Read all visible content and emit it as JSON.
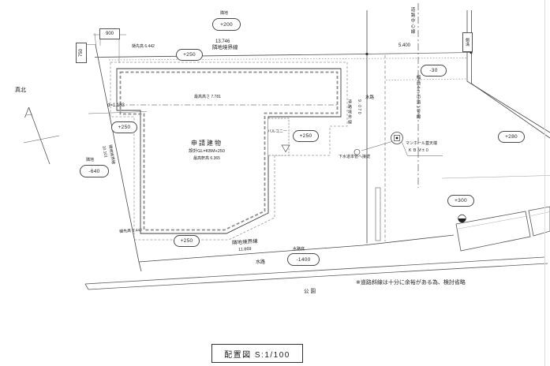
{
  "plan": {
    "title": "配置図 S:1/100",
    "note": "※道路斜線は十分に余裕がある為、検討省略",
    "north": "真北",
    "park": "公園"
  },
  "building": {
    "name": "申請建物",
    "design_gl": "設計GL=KBM+250",
    "max_eave_height": "最高軒高 6.365",
    "max_height": "最高高さ 7.781",
    "eave_gutter_top": "樋先高 6.442",
    "eave_gutter_bottom": "樋先高 6.442",
    "balcony": "バルコニー"
  },
  "boundaries": {
    "top": {
      "label": "隣地境界線",
      "length": "13.746"
    },
    "left": {
      "label": "隣地境界線",
      "length": "10.101"
    },
    "bottom": {
      "label": "隣地境界線",
      "length": "11.869"
    },
    "offset_900": "900",
    "offset_750": "750",
    "offset_d": "d=1.183",
    "road_width": "5.400",
    "water_length": "9.070"
  },
  "road": {
    "center": "道路中心線",
    "name": "幅員4m市道1号線",
    "boundary": "道路境界線",
    "gutter": "側溝"
  },
  "water": {
    "right": "水路",
    "bottom": "水路",
    "bed_tag": "水路底"
  },
  "manhole": {
    "line1": "マンホール蓋天端",
    "line2": "ＫＢＭ±０",
    "sewer_note": "下水道本管へ接続"
  },
  "levels": {
    "adj_top_tag": "隣地",
    "adj_top": "+200",
    "site_top": "+250",
    "road_offset": "-30",
    "site_left": "+250",
    "balcony": "+250",
    "east": "+280",
    "adj_left_tag": "隣地",
    "adj_left": "-640",
    "southeast": "+300",
    "site_bottom": "+250",
    "water_bed": "-1400"
  }
}
